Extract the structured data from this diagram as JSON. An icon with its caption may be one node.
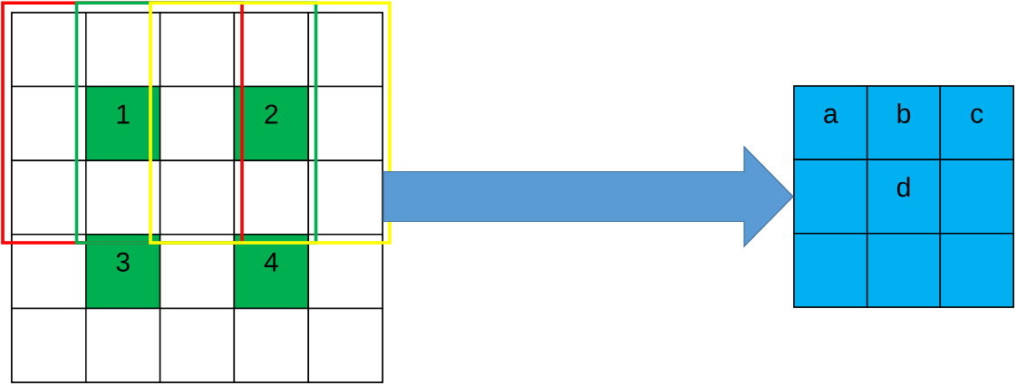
{
  "diagram": {
    "nodes": [
      {
        "text": [],
        "shape": "box"
      },
      {
        "text": [],
        "shape": "box",
        "in": 0
      },
      {
        "text": [],
        "shape": "box",
        "in": 0
      },
      {
        "text": [],
        "shape": "box",
        "in": 0
      },
      {
        "text": [],
        "shape": "box",
        "in": 0
      },
      {
        "text": [],
        "shape": "box",
        "in": 0
      },
      {
        "text": [],
        "shape": "box",
        "in": 0
      },
      {
        "text": [
          "1"
        ],
        "in": 0
      },
      {
        "text": [],
        "shape": "box",
        "in": 0
      },
      {
        "text": [
          "2"
        ],
        "in": 0
      },
      {
        "text": [],
        "shape": "box",
        "in": 0
      },
      {
        "text": [],
        "shape": "box",
        "in": 0
      },
      {
        "text": [],
        "shape": "box",
        "in": 0
      },
      {
        "text": [],
        "shape": "box",
        "in": 0
      },
      {
        "text": [],
        "shape": "box",
        "in": 0
      },
      {
        "text": [],
        "shape": "box",
        "in": 0
      },
      {
        "text": [],
        "shape": "box",
        "in": 0
      },
      {
        "text": [
          "3"
        ],
        "in": 0
      },
      {
        "text": [],
        "shape": "box",
        "in": 0
      },
      {
        "text": [
          "4"
        ],
        "in": 0
      },
      {
        "text": [],
        "shape": "box",
        "in": 0
      },
      {
        "text": [],
        "shape": "box",
        "in": 0
      },
      {
        "text": [],
        "shape": "box",
        "in": 0
      },
      {
        "text": [],
        "shape": "box",
        "in": 0
      },
      {
        "text": [],
        "shape": "box",
        "in": 0
      },
      {
        "text": [],
        "shape": "box",
        "in": 0
      },
      {
        "text": [],
        "shape": "box"
      },
      {
        "text": [
          "a"
        ],
        "in": 26
      },
      {
        "text": [
          "b"
        ],
        "in": 26
      },
      {
        "text": [
          "c"
        ],
        "in": 26
      },
      {
        "text": [],
        "shape": "box",
        "in": 26
      },
      {
        "text": [
          "d"
        ],
        "in": 26
      },
      {
        "text": [],
        "shape": "box",
        "in": 26
      },
      {
        "text": [],
        "shape": "box",
        "in": 26
      },
      {
        "text": [],
        "shape": "box",
        "in": 26
      },
      {
        "text": [],
        "shape": "box",
        "in": 26
      }
    ],
    "edges": [
      {
        "from": 0,
        "to": 26,
        "arrow": "to"
      }
    ]
  }
}
